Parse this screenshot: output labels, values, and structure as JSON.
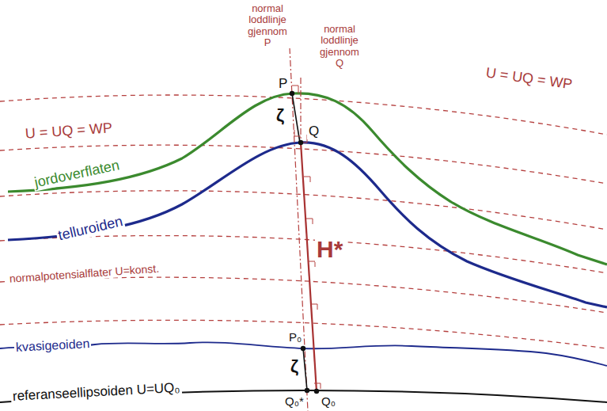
{
  "diagram": {
    "labels": [
      "normal loddlinje gjennom P",
      "normal loddlinje gjennom Q",
      "P",
      "Q",
      "ζ",
      "U = UQ = WP",
      "U = UQ = WP",
      "jordoverflaten",
      "telluroiden",
      "normalpotensialflater U=konst.",
      "H*",
      "kvasigeoiden",
      "P₀",
      "ζ",
      "referanseellipsoiden U=UQ₀",
      "Q₀*",
      "Q₀"
    ]
  }
}
